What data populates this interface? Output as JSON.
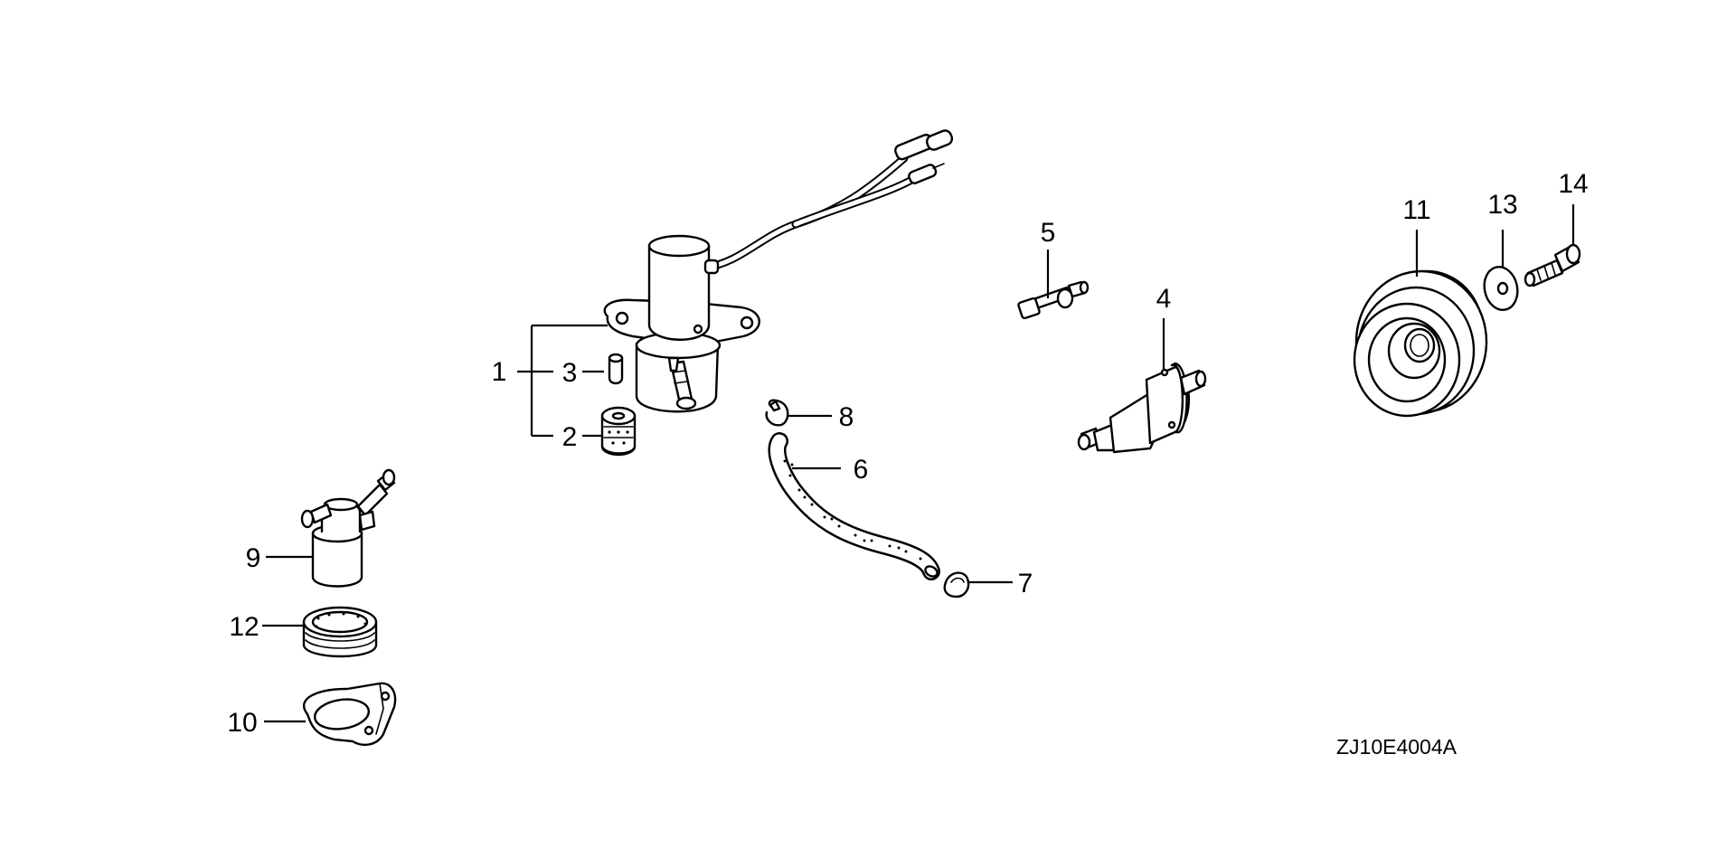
{
  "diagram": {
    "drawing_code": "ZJ10E4004A",
    "callouts": [
      "1",
      "2",
      "3",
      "4",
      "5",
      "6",
      "7",
      "8",
      "9",
      "10",
      "11",
      "12",
      "13",
      "14"
    ]
  }
}
